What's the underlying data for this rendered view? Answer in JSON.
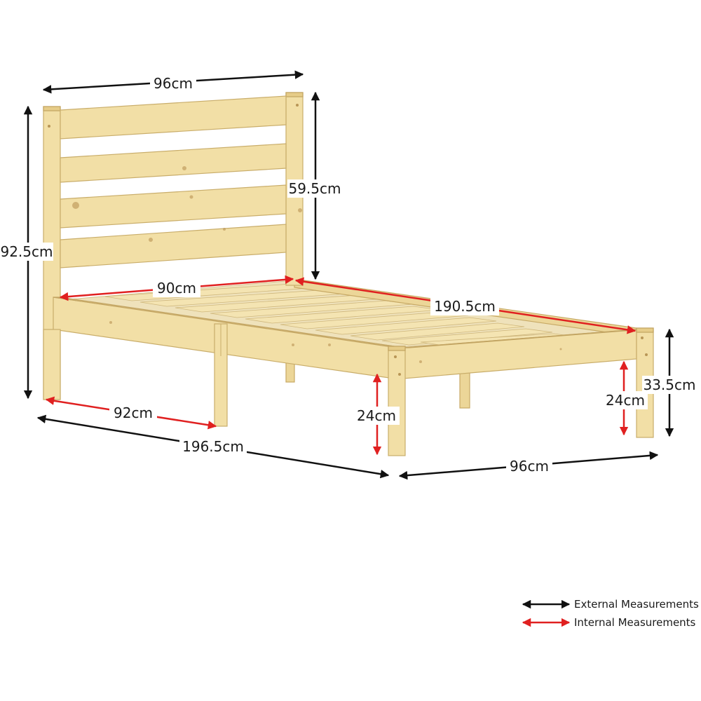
{
  "colors": {
    "external_arrow": "#111111",
    "internal_arrow": "#e02020",
    "wood": "#f2dfa6"
  },
  "measurements": {
    "headboard_width": "96cm",
    "total_height": "92.5cm",
    "headboard_height": "59.5cm",
    "internal_width": "90cm",
    "internal_length": "190.5cm",
    "leg_spacing": "92cm",
    "total_length": "196.5cm",
    "under_bed_clearance_front": "24cm",
    "under_bed_clearance_back": "24cm",
    "footboard_height": "33.5cm",
    "foot_width": "96cm"
  },
  "legend": {
    "external": "External Measurements",
    "internal": "Internal Measurements"
  }
}
